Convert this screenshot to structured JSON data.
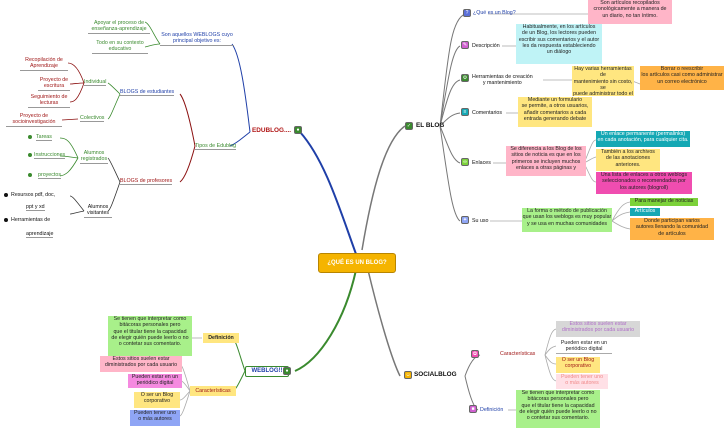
{
  "colors": {
    "root_fill": "#f5b400",
    "blue_branch": "#1f3fa8",
    "red_branch": "#8b1010",
    "green_branch": "#3a8a2e",
    "grey_link": "#777777",
    "node_pink": "#ffb5c8",
    "node_cyan": "#bff3f6",
    "node_yellow": "#ffe680",
    "node_orange": "#ffb347",
    "node_lime": "#7cd23a",
    "node_blue": "#8fa5f5",
    "node_teal": "#14a8b4",
    "node_purple": "#d9a8f5",
    "node_magenta": "#f04db0",
    "node_ltgreen": "#a8f08a"
  },
  "root": {
    "label": "¿QUÉ ES UN BLOG?"
  },
  "el_blog": {
    "label": "EL BLOG",
    "que_es": {
      "label": "¿Qué es un Blog?",
      "text": "Son artículos recopilados\ncronológicamente a manera de\nun diario, no tan íntimo."
    },
    "descripcion": {
      "label": "Descripción",
      "text": "Habitualmente, en los artículos\nde un Blog, los lectores pueden\nescribir sus comentarios y el autor\nles da respuesta estableciendo\nun diálogo"
    },
    "herramientas": {
      "label": "Herramientas de creación\ny mantenimiento",
      "text": "Hay varias herramientas de\nmantenimiento sin costo, se\npuede administrar todo el\nWEBLOG",
      "sub": "Borrar o reescribir\nlos artículos casi como administrar\nun correo electrónico"
    },
    "comentarios": {
      "label": "Comentarios",
      "text": "Mediante un formulario\nse permite, a otros usuarios,\nañadir comentarios a cada\nentrada generando debate"
    },
    "enlaces": {
      "label": "Enlaces",
      "text": "Se diferencia a los Blog de los\nsitios de noticia es que en los\nprimeros se incluyen muchos\nenlaces a otras páginas y",
      "e1": "Un enlace permanente (permalinks)\nen cada anotación, para cualquier cita.",
      "e2": "También a los archivos\nde las anotaciones\nanteriores.",
      "e3": "Una lista de enlaces a otros weblogs\nseleccionados o recomendados por\nlos autores (blogroll)"
    },
    "su_uso": {
      "label": "Su uso",
      "text": "La forma o método de publicación\nque usan los weblogs es muy popular\ny se usa en muchas comunidades",
      "u1": "Para manejar de noticias",
      "u2": "Artículos",
      "u3": "Donde participan varios\nautores llenando la comunidad\nde artículos"
    }
  },
  "socialblog": {
    "label": "SOCIALBLOG",
    "caracteristicas": {
      "label": "Características",
      "c1": "Estos sitios suelen estar\ndiministrados por cada usuario",
      "c2": "Pueden estar en un\nperiódico digital",
      "c3": "O ser un Blog\ncorporativo",
      "c4": "Pueden tener uno\no más autores"
    },
    "definicion": {
      "label": "Definición",
      "text": "Se tienen que interpretar como\nbitácoras personales pero\nque el titular tiene la capacidad\nde elegir quién puede leerlo o no\no contetar sus comentario."
    }
  },
  "weblog": {
    "label": "WEBLOG!!",
    "definicion": {
      "label": "Definición",
      "text": "Se tienen que interpretar como\nbitácoras personales pero\nque el titular tiene la capacidad\nde elegir quién puede leerlo o no\no contetar sus comentario."
    },
    "caracteristicas": {
      "label": "Características",
      "c1": "Estos sitios suelen estar\ndiministrados por cada usuario",
      "c2": "Pueden estar en un\nperiódico digital",
      "c3": "O ser un Blog\ncorporativo",
      "c4": "Pueden tener uno\no más autores"
    }
  },
  "edublog": {
    "label": "EDUBLOG....",
    "apoyar": "Apoyar el proceso de\nenseñanza-aprendizaje",
    "contexto": "Todo en su contexto\neducativo",
    "son_aquellos": "Son aquellos WEBLOGS cuyo\nprincipal objetivo es:",
    "tipos": "Tipos de Edublog",
    "blogs_estudiantes": "BLOGS de estudiantes",
    "individual": "Individual",
    "colectivos": "Colectivos",
    "recopilacion": "Recopilación de\nAprendizaje",
    "proyecto_escritura": "Proyecto de\nescritura",
    "seguimiento": "Seguimiento de\nlecturas",
    "proyecto_social": "Proyecto de\nsocioinvestigación",
    "blogs_profesores": "BLOGS de profesores",
    "alumnos_registrados": "Alumnos\nregistrados",
    "tareas": "Tareas",
    "instrucciones": "Instrucciones",
    "proyectos": "proyectos",
    "alumnos_visitantes": "Alumnos\nvisitantes",
    "recursos": "Resursos pdf, doc,",
    "ppt": "ppt y xd",
    "herramientas": "Herramientas de",
    "aprendizaje": "aprendizaje"
  }
}
